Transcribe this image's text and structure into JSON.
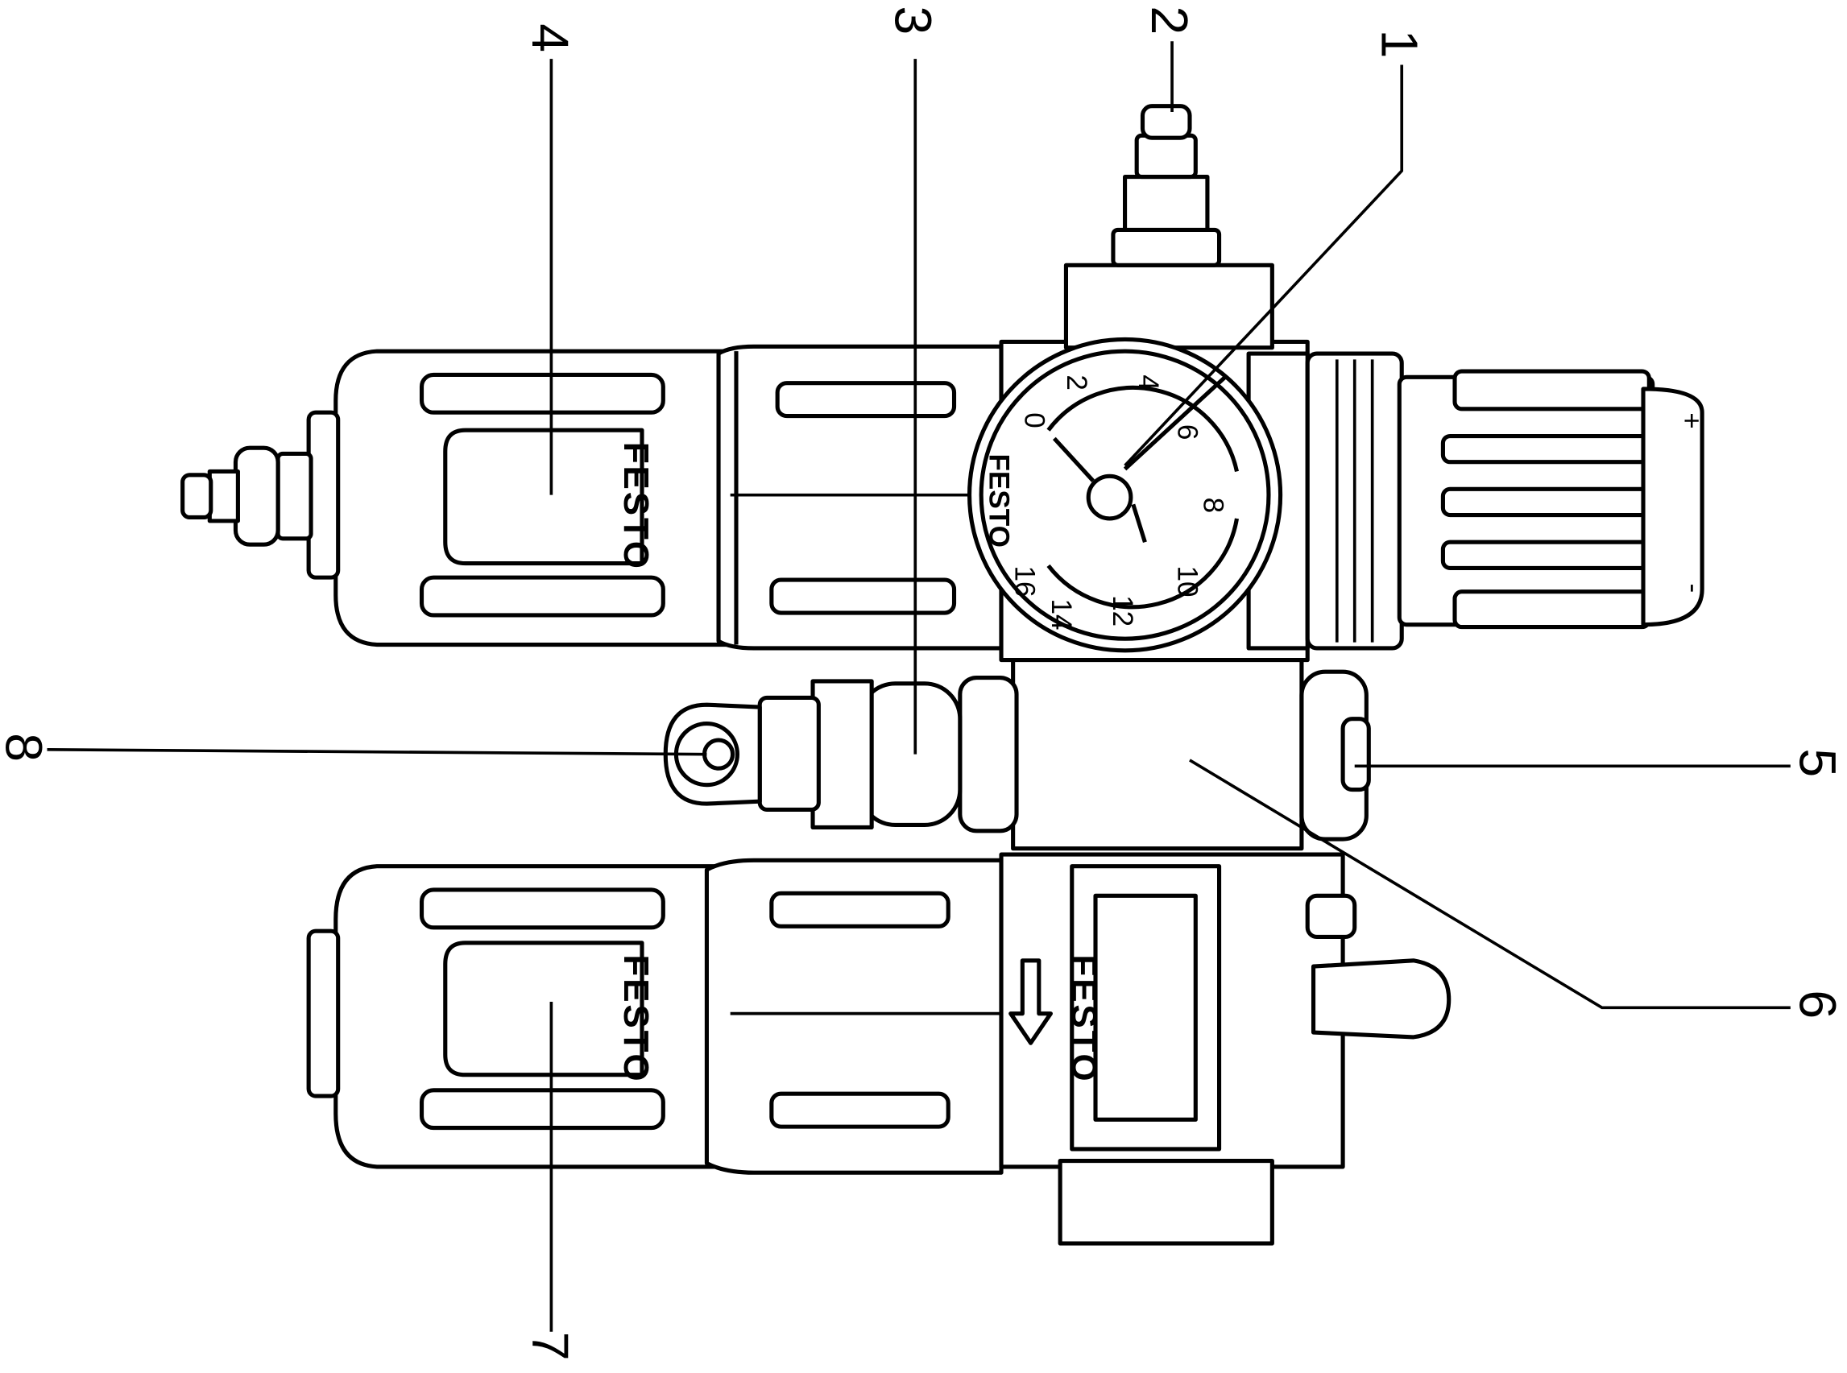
{
  "figure": {
    "brand_text": "FESTO",
    "gauge": {
      "scale_labels": [
        "0",
        "2",
        "4",
        "6",
        "8",
        "10",
        "12",
        "14",
        "16"
      ],
      "brand_text": "FESTO"
    },
    "knob_symbols": {
      "plus": "+",
      "minus": "-"
    },
    "lubricator_brand_text": "FESTO",
    "filter_brand_text": "FESTO",
    "reference_labels": {
      "l1": "1",
      "l2": "2",
      "l3": "3",
      "l4": "4",
      "l5": "5",
      "l6": "6",
      "l7": "7",
      "l8": "8"
    }
  }
}
